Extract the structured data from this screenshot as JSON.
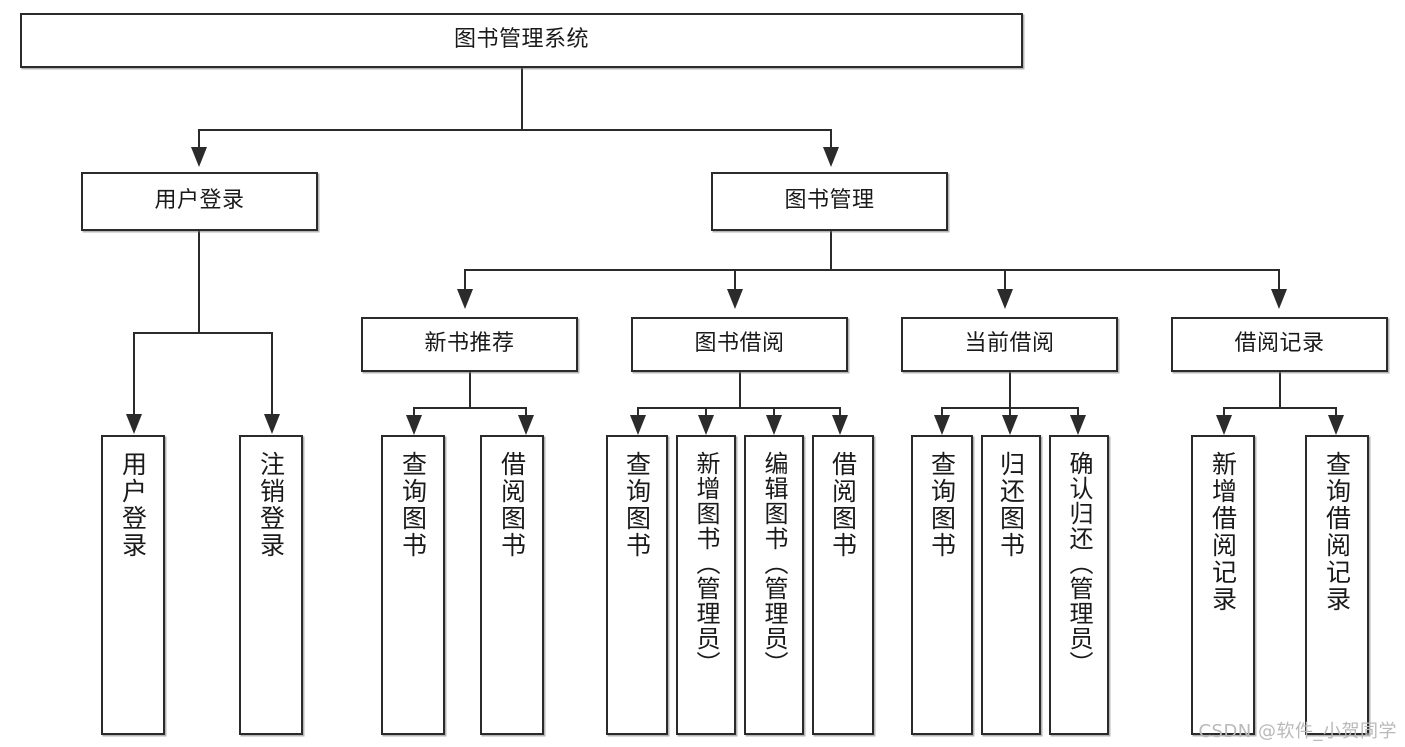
{
  "diagram": {
    "type": "tree-hierarchy-chart",
    "title": "图书管理系统",
    "watermark": "CSDN @软件_小贺同学",
    "colors": {
      "border": "#2b2b2b",
      "background": "#ffffff",
      "text": "#1a1a1a",
      "watermark": "#b9b9b9"
    },
    "levels": {
      "root": {
        "label": "图书管理系统"
      },
      "level2": [
        {
          "label": "用户登录"
        },
        {
          "label": "图书管理"
        }
      ],
      "level3": [
        {
          "label": "新书推荐"
        },
        {
          "label": "图书借阅"
        },
        {
          "label": "当前借阅"
        },
        {
          "label": "借阅记录"
        }
      ],
      "leaves": {
        "user_login": [
          {
            "label": "用户登录"
          },
          {
            "label": "注销登录"
          }
        ],
        "new_book_recommend": [
          {
            "label": "查询图书"
          },
          {
            "label": "借阅图书"
          }
        ],
        "book_borrow": [
          {
            "label": "查询图书"
          },
          {
            "label": "新增图书（管理员）"
          },
          {
            "label": "编辑图书（管理员）"
          },
          {
            "label": "借阅图书"
          }
        ],
        "current_borrow": [
          {
            "label": "查询图书"
          },
          {
            "label": "归还图书"
          },
          {
            "label": "确认归还（管理员）"
          }
        ],
        "borrow_records": [
          {
            "label": "新增借阅记录"
          },
          {
            "label": "查询借阅记录"
          }
        ]
      }
    }
  }
}
